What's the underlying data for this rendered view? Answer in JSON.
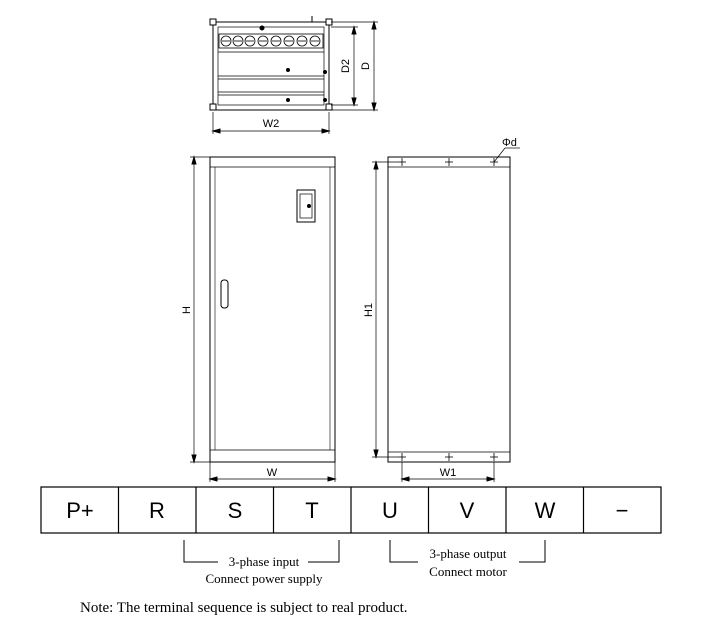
{
  "top_view": {
    "dims": {
      "width": "W2",
      "depth_inner": "D2",
      "depth": "D"
    }
  },
  "front_view": {
    "dims": {
      "height": "H",
      "width": "W"
    }
  },
  "side_view": {
    "dims": {
      "height": "H1",
      "width": "W1",
      "hole": "Φd"
    }
  },
  "terminals": [
    "P+",
    "R",
    "S",
    "T",
    "U",
    "V",
    "W",
    "−"
  ],
  "groups": {
    "input": {
      "line1": "3-phase input",
      "line2": "Connect power supply"
    },
    "output": {
      "line1": "3-phase output",
      "line2": "Connect motor"
    }
  },
  "note": "Note: The terminal sequence is subject to real product."
}
